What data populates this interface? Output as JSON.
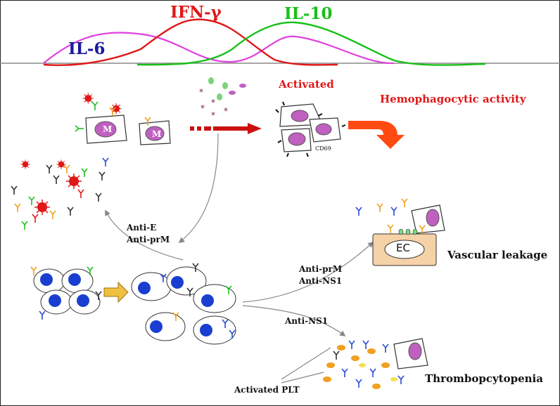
{
  "cytokines": {
    "il6": {
      "label": "IL-6",
      "color": "#1a1aa0"
    },
    "ifng": {
      "label": "IFN-γ",
      "color": "#e01818"
    },
    "il10": {
      "label": "IL-10",
      "color": "#18c018"
    },
    "other_curve_color": "#e040e0"
  },
  "macrophage_label": "M",
  "activated_label": "Activated",
  "cd69_label": "CD69",
  "hemophagocytic_label": "Hemophagocytic activity",
  "anti_e_label": "Anti-E",
  "anti_prm_label": "Anti-prM",
  "anti_prm_label_2": "Anti-prM",
  "anti_ns1_label": "Anti-NS1",
  "anti_ns1_label_2": "Anti-NS1",
  "ec_label": "EC",
  "vascular_leakage_label": "Vascular leakage",
  "activated_plt_label": "Activated PLT",
  "thrombocytopenia_label": "Thrombopcytopenia",
  "colors": {
    "accent_red": "#e01818",
    "nucleus": "#c060c0",
    "cell_blue": "#1a3fd0",
    "ec_box": "#f5d2a8",
    "antibody_blue": "#2a4ad8",
    "antibody_orange": "#f0a020",
    "antibody_green": "#20c020",
    "antibody_black": "#333333"
  }
}
